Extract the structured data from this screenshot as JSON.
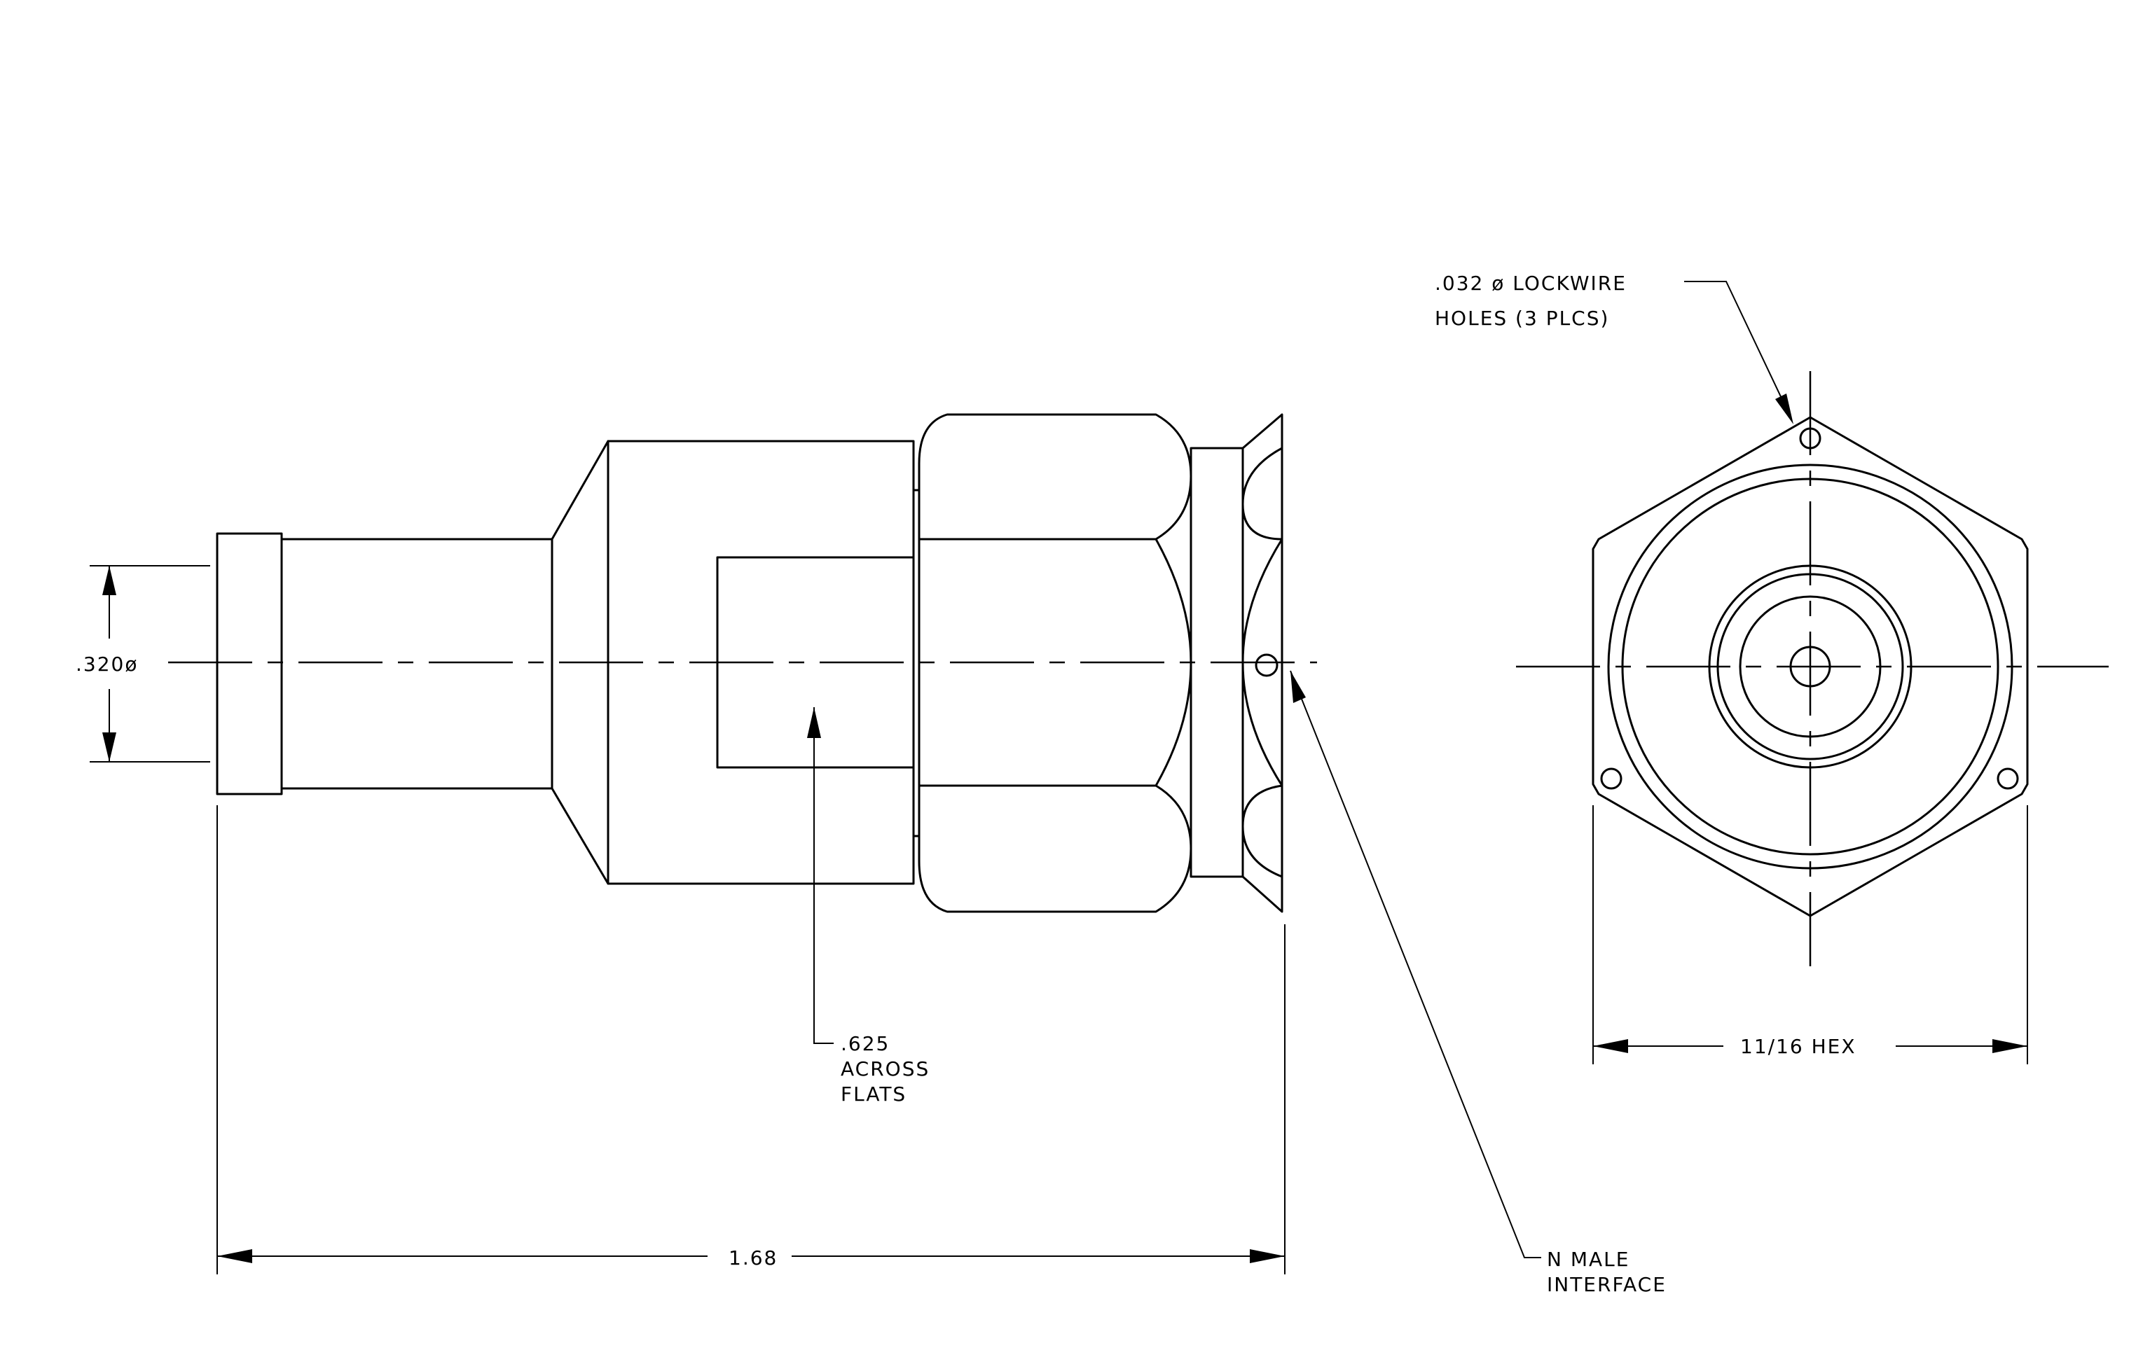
{
  "labels": {
    "diameter_dim": ".320ø",
    "length_dim": "1.68",
    "flats_line1": ".625",
    "flats_line2": "ACROSS",
    "flats_line3": "FLATS",
    "interface_line1": "N  MALE",
    "interface_line2": "INTERFACE",
    "lockwire_line1": ".032  ø  LOCKWIRE",
    "lockwire_line2": "HOLES  (3  PLCS)",
    "hex_dim": "11/16  HEX"
  },
  "colors": {
    "line": "#000000",
    "background": "#ffffff"
  }
}
